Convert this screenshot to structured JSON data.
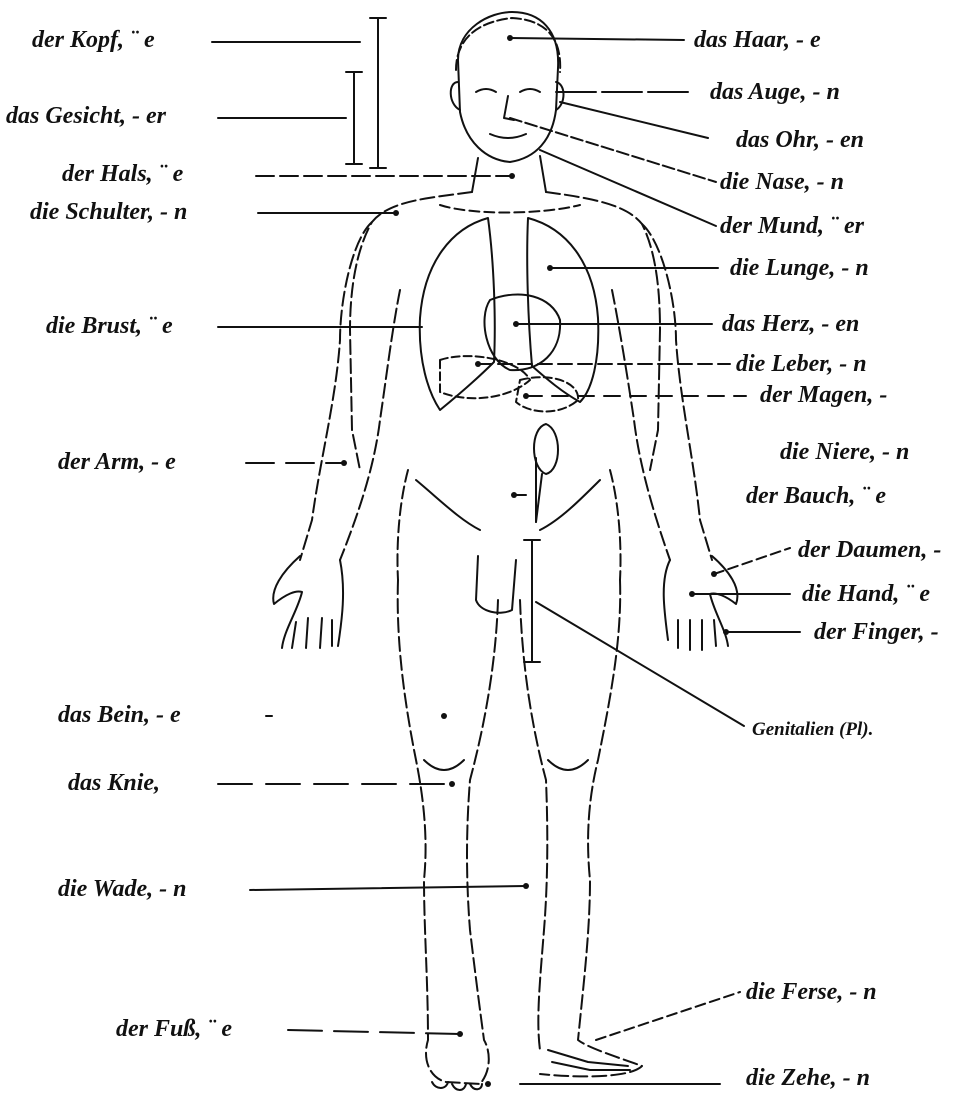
{
  "labels": {
    "kopf": "der Kopf, ¨ e",
    "gesicht": "das Gesicht, - er",
    "hals": "der Hals, ¨ e",
    "schulter": "die Schulter, - n",
    "brust": "die Brust, ¨ e",
    "arm": "der Arm, - e",
    "bein": "das Bein, - e",
    "knie": "das Knie,",
    "wade": "die Wade, - n",
    "fuss": "der Fuß, ¨ e",
    "haar": "das Haar, - e",
    "auge": "das Auge, - n",
    "ohr": "das Ohr, - en",
    "nase": "die Nase, - n",
    "mund": "der Mund, ¨ er",
    "lunge": "die Lunge, - n",
    "herz": "das Herz, - en",
    "leber": "die Leber, - n",
    "magen": "der Magen, -",
    "niere": "die Niere, - n",
    "bauch": "der Bauch, ¨ e",
    "daumen": "der Daumen, -",
    "hand": "die Hand, ¨ e",
    "finger": "der Finger, -",
    "genitalien": "Genitalien (Pl).",
    "ferse": "die Ferse, - n",
    "zehe": "die Zehe, - n"
  },
  "colors": {
    "ink": "#111111",
    "paper": "#ffffff"
  }
}
